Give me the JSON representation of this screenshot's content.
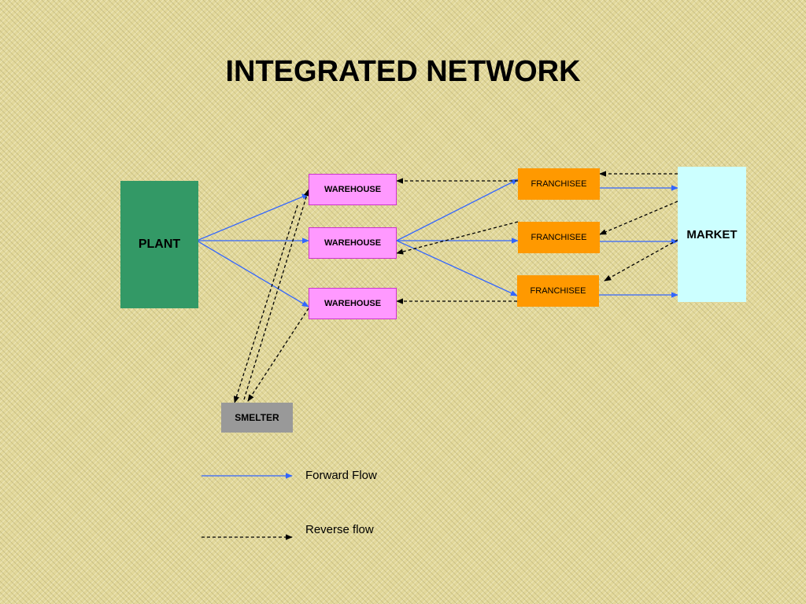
{
  "title": "INTEGRATED NETWORK",
  "nodes": {
    "plant": "PLANT",
    "warehouse_1": "WAREHOUSE",
    "warehouse_2": "WAREHOUSE",
    "warehouse_3": "WAREHOUSE",
    "franchisee_1": "FRANCHISEE",
    "franchisee_2": "FRANCHISEE",
    "franchisee_3": "FRANCHISEE",
    "market": "MARKET",
    "smelter": "SMELTER"
  },
  "flows": {
    "forward": [
      [
        "plant",
        "warehouse_1"
      ],
      [
        "plant",
        "warehouse_2"
      ],
      [
        "plant",
        "warehouse_3"
      ],
      [
        "warehouse_2",
        "franchisee_1"
      ],
      [
        "warehouse_2",
        "franchisee_2"
      ],
      [
        "warehouse_2",
        "franchisee_3"
      ],
      [
        "franchisee_1",
        "market"
      ],
      [
        "franchisee_2",
        "market"
      ],
      [
        "franchisee_3",
        "market"
      ]
    ],
    "reverse": [
      [
        "market",
        "franchisee_1"
      ],
      [
        "market",
        "franchisee_2"
      ],
      [
        "market",
        "franchisee_3"
      ],
      [
        "franchisee_1",
        "warehouse_1"
      ],
      [
        "franchisee_2",
        "warehouse_2"
      ],
      [
        "franchisee_3",
        "warehouse_3"
      ],
      [
        "warehouse_1",
        "smelter"
      ],
      [
        "warehouse_3",
        "smelter"
      ],
      [
        "smelter",
        "warehouse_1"
      ]
    ]
  },
  "legend": {
    "forward_label": "Forward Flow",
    "reverse_label": "Reverse flow"
  },
  "colors": {
    "forward": "#3366ff",
    "reverse": "#000000",
    "plant": "#339966",
    "warehouse": "#ff99ff",
    "franchisee": "#ff9900",
    "market": "#ccffff",
    "smelter": "#999999"
  }
}
